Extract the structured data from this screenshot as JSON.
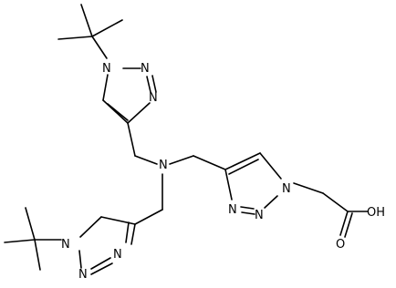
{
  "molecule": {
    "atom_labels": {
      "n_triazole_top_1": "N",
      "n_triazole_top_2": "N",
      "n_triazole_top_3": "N",
      "n_amine": "N",
      "n_triazole_right_1": "N",
      "n_triazole_right_2": "N",
      "n_triazole_right_3": "N",
      "n_triazole_bottom_1": "N",
      "n_triazole_bottom_2": "N",
      "n_triazole_bottom_3": "N",
      "oxygen_carbonyl": "O",
      "hydroxyl": "OH"
    },
    "colors": {
      "bond": "#000000",
      "label": "#000000",
      "background": "#ffffff"
    }
  }
}
